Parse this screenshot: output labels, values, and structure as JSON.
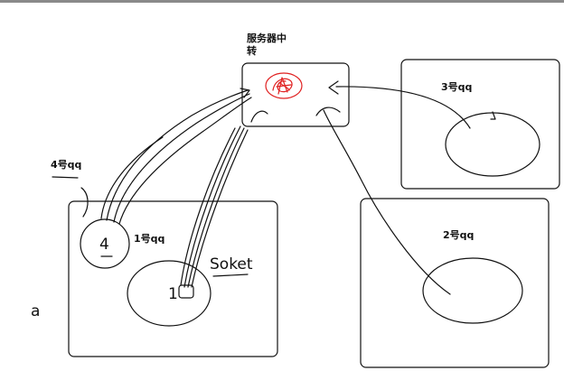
{
  "diagram": {
    "server_label_line1": "服务器中",
    "server_label_line2": "转",
    "qq3_label": "3号qq",
    "qq2_label": "2号qq",
    "qq4_label": "4号qq",
    "qq1_label": "1号qq",
    "socket_label": "Soket",
    "client4_mark": "4",
    "client1_mark": "1",
    "stray_mark": "a"
  },
  "colors": {
    "stroke": "#111111",
    "server_scribble": "#e02020"
  }
}
